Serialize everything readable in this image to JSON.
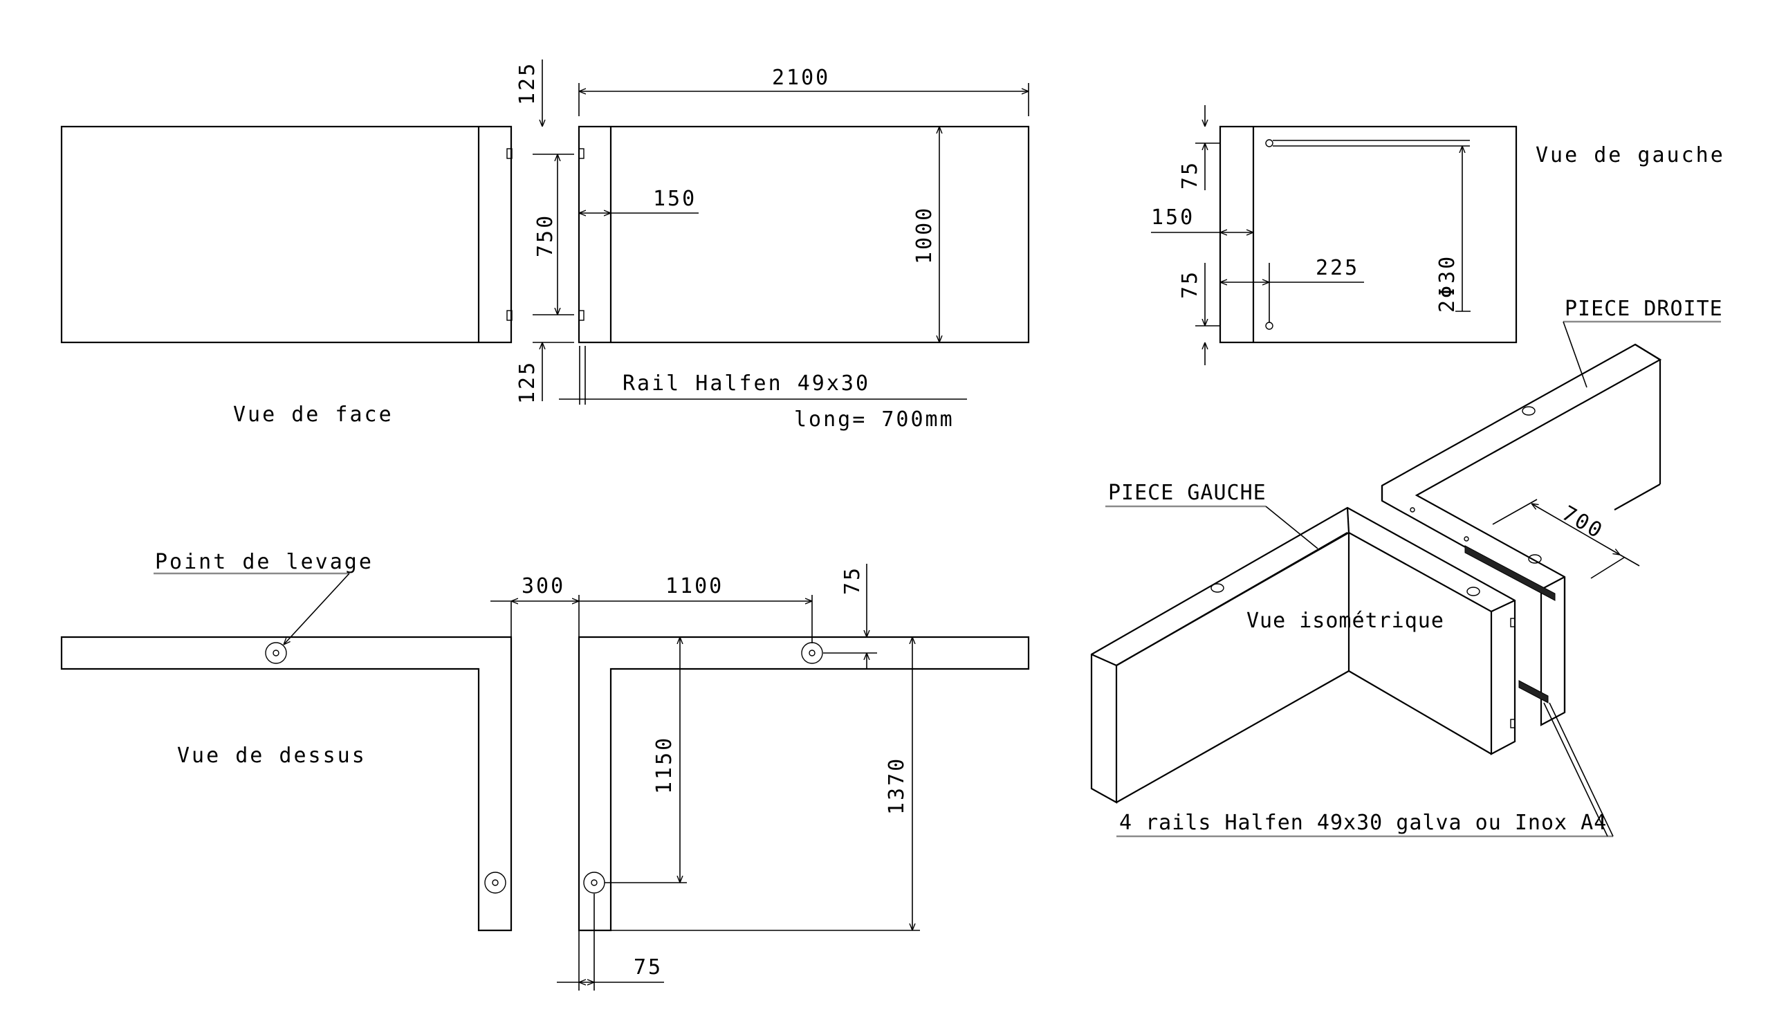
{
  "views": {
    "face": "Vue de face",
    "gauche": "Vue de gauche",
    "dessus": "Vue de dessus",
    "iso": "Vue isométrique"
  },
  "annotations": {
    "rail": "Rail Halfen 49x30",
    "rail_length": "long= 700mm",
    "lifting_point": "Point de levage",
    "piece_droite": "PIECE DROITE",
    "piece_gauche": "PIECE GAUCHE",
    "rails_note": "4 rails Halfen 49x30 galva  ou Inox A4"
  },
  "dimensions": {
    "front_top_offset": "125",
    "front_width": "2100",
    "front_rail_spacing": "750",
    "front_setback": "150",
    "front_height": "1000",
    "front_bottom_offset": "125",
    "side_top": "75",
    "side_thickness": "150",
    "side_hole_pos": "225",
    "side_bottom": "75",
    "side_hole_dia": "2Φ30",
    "top_gap": "300",
    "top_hole_x": "1100",
    "top_hole_inset": "75",
    "top_inner_depth": "1150",
    "top_total_depth": "1370",
    "top_bottom_inset": "75",
    "iso_rail_length": "700"
  }
}
